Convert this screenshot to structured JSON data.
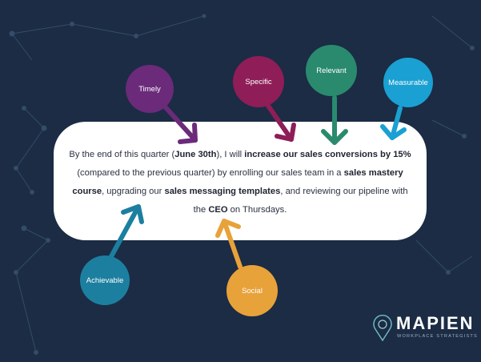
{
  "colors": {
    "background": "#1b2c44",
    "timely": "#6b2a7a",
    "specific": "#8f1d57",
    "relevant": "#2a8a6e",
    "measurable": "#1aa0d3",
    "achievable": "#1c7fa0",
    "social": "#e8a23a"
  },
  "bubbles": {
    "timely": "Timely",
    "specific": "Specific",
    "relevant": "Relevant",
    "measurable": "Measurable",
    "achievable": "Achievable",
    "social": "Social"
  },
  "goal": {
    "l1a": "By the end of this quarter (",
    "l1b": "June 30th",
    "l1c": "), I will ",
    "l1d": "increase our sales conversions by 15%",
    "l2a": "(compared to the previous quarter) by enrolling our sales team in a ",
    "l2b": "sales mastery",
    "l3a": "course",
    "l3b": ", upgrading our ",
    "l3c": "sales messaging templates",
    "l3d": ", and reviewing our pipeline with",
    "l4a": "the ",
    "l4b": "CEO",
    "l4c": " on Thursdays."
  },
  "logo": {
    "name": "MAPIEN",
    "tagline": "WORKPLACE STRATEGISTS"
  }
}
